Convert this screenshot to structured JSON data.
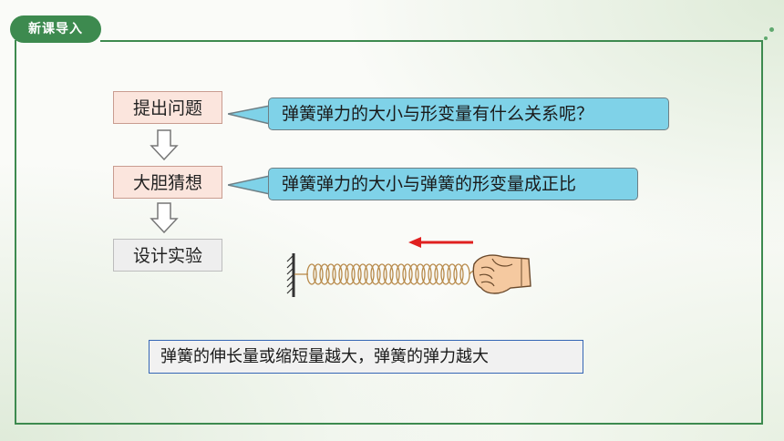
{
  "section_tag": "新课导入",
  "steps": [
    {
      "label": "提出问题"
    },
    {
      "label": "大胆猜想"
    },
    {
      "label": "设计实验"
    }
  ],
  "callouts": [
    {
      "text": "弹簧弹力的大小与形变量有什么关系呢？"
    },
    {
      "text": "弹簧弹力的大小与弹簧的形变量成正比"
    }
  ],
  "conclusion": "弹簧的伸长量或缩短量越大，弹簧的弹力越大",
  "colors": {
    "accent_green": "#3d8a4f",
    "callout_blue": "#7fd2e8",
    "step_pink": "#fbe5dd",
    "force_arrow_red": "#e02020",
    "conclusion_border": "#3566b5"
  },
  "icons": {
    "step_connector": "down-arrow-outline-icon",
    "force_direction": "left-arrow-icon",
    "experiment_illustration": "spring-hand-illustration"
  }
}
